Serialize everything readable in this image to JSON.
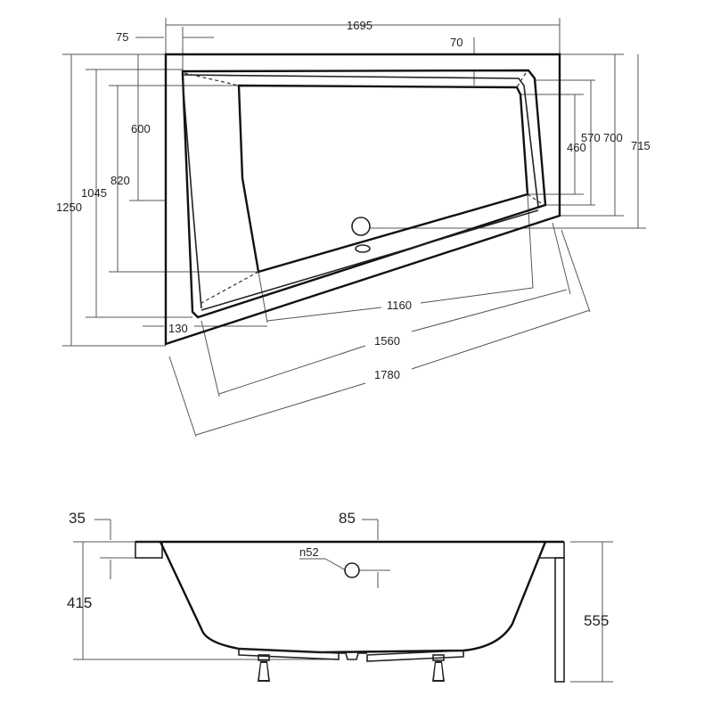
{
  "top_view": {
    "dimensions": {
      "overall_width": "1695",
      "rim_left": "75",
      "rim_top": "70",
      "left_600": "600",
      "left_820": "820",
      "left_1045": "1045",
      "left_1250": "1250",
      "right_460": "460",
      "right_570": "570",
      "right_700": "700",
      "right_715": "715",
      "diag_1160": "1160",
      "rim_130": "130",
      "diag_1560": "1560",
      "diag_1780": "1780"
    }
  },
  "side_view": {
    "dimensions": {
      "rim_35": "35",
      "rim_85": "85",
      "overflow_n52": "n52",
      "depth_415": "415",
      "height_555": "555"
    }
  }
}
